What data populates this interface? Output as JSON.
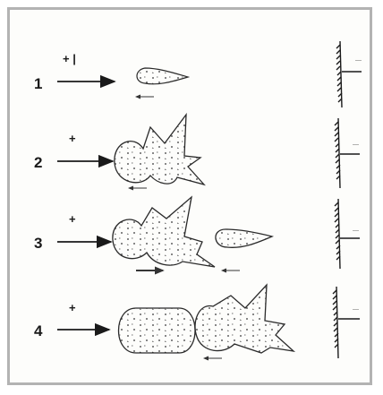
{
  "rows": [
    {
      "number": "1",
      "mark": "+ |"
    },
    {
      "number": "2",
      "mark": "+"
    },
    {
      "number": "3",
      "mark": "+"
    },
    {
      "number": "4",
      "mark": "+"
    }
  ],
  "scale_marks": [
    "—",
    "—",
    "—",
    "—"
  ],
  "colors": {
    "ink": "#1a1a1a",
    "frame": "#b3b3b3",
    "background": "#fdfdfb"
  }
}
